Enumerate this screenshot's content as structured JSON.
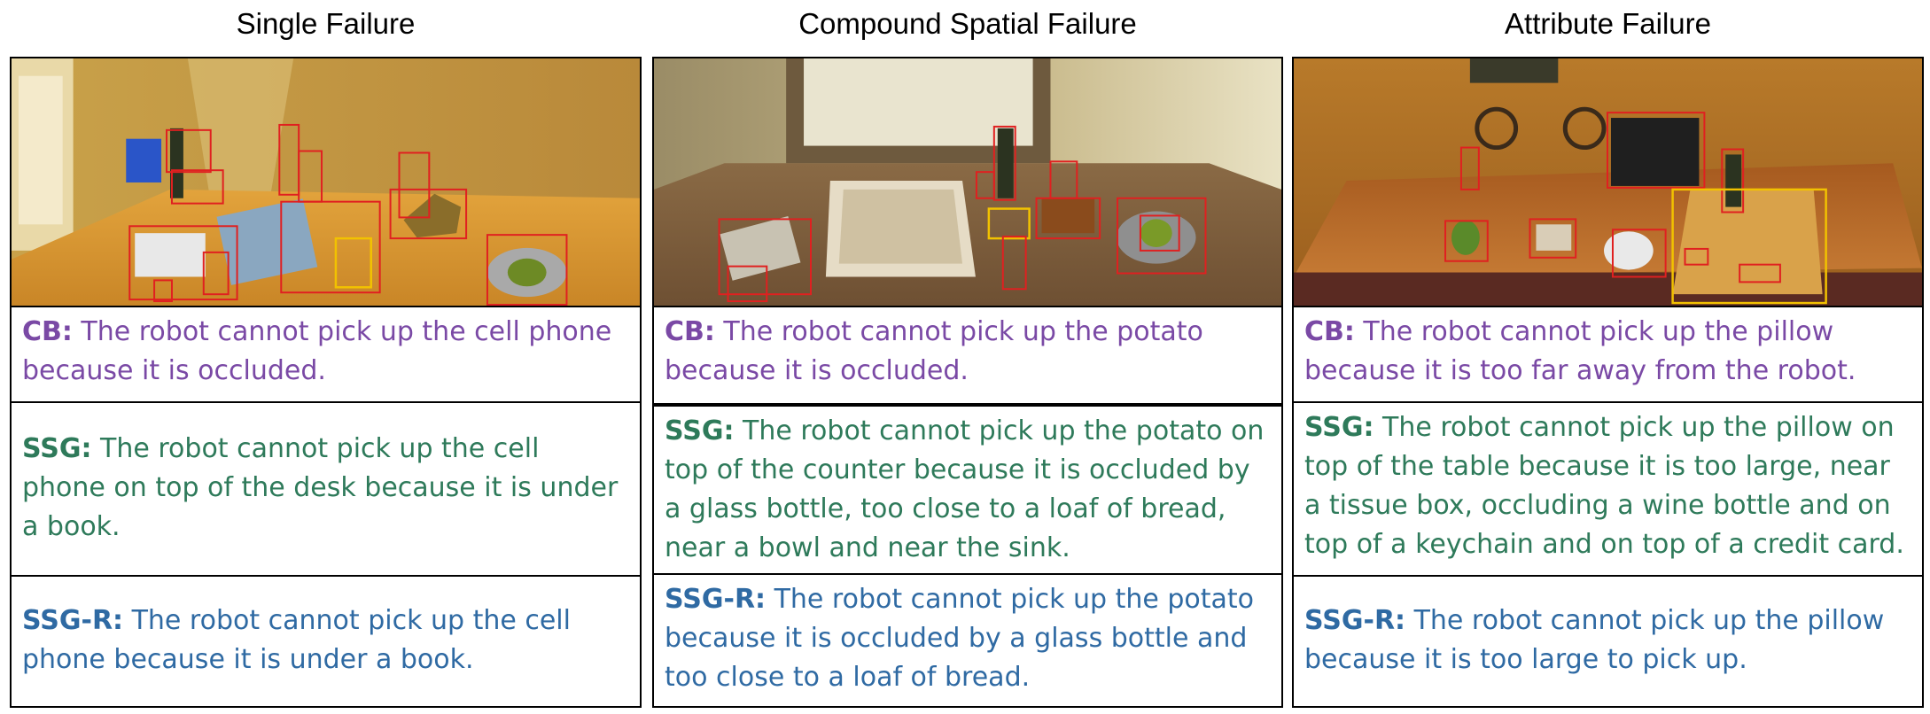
{
  "columns": [
    {
      "title": "Single Failure",
      "cb": {
        "tag": "CB:",
        "text": " The robot cannot pick up the cell phone because it is occluded."
      },
      "ssg": {
        "tag": "SSG:",
        "text": " The robot cannot pick up the cell phone on top of the desk because it is under a book."
      },
      "ssgr": {
        "tag": "SSG-R:",
        "text": " The robot cannot pick up the cell phone because it is under a book."
      }
    },
    {
      "title": "Compound Spatial Failure",
      "cb": {
        "tag": "CB:",
        "text": " The robot cannot pick up the potato because it is occluded."
      },
      "ssg": {
        "tag": "SSG:",
        "text": " The robot cannot pick up the potato on top of the counter because  it is occluded by a glass bottle, too close to a loaf of bread, near a bowl and near the sink."
      },
      "ssgr": {
        "tag": "SSG-R:",
        "text": " The robot cannot pick up the potato because it is occluded by a glass bottle and too close to a loaf of bread."
      }
    },
    {
      "title": "Attribute Failure",
      "cb": {
        "tag": "CB:",
        "text": " The robot cannot pick up the pillow because it is too far away from the robot."
      },
      "ssg": {
        "tag": "SSG:",
        "text": " The robot cannot pick up the pillow on top of the table because it is too large, near a tissue box, occluding a wine bottle and on top of a keychain and on top of a credit card."
      },
      "ssgr": {
        "tag": "SSG-R:",
        "text": " The robot cannot pick up the pillow because it is too large to pick up."
      }
    }
  ],
  "colors": {
    "cb": "#7a49a5",
    "ssg": "#2e7a5a",
    "ssgr": "#2f6aa3",
    "detection_box": "#e02020",
    "target_box": "#f2c200"
  }
}
